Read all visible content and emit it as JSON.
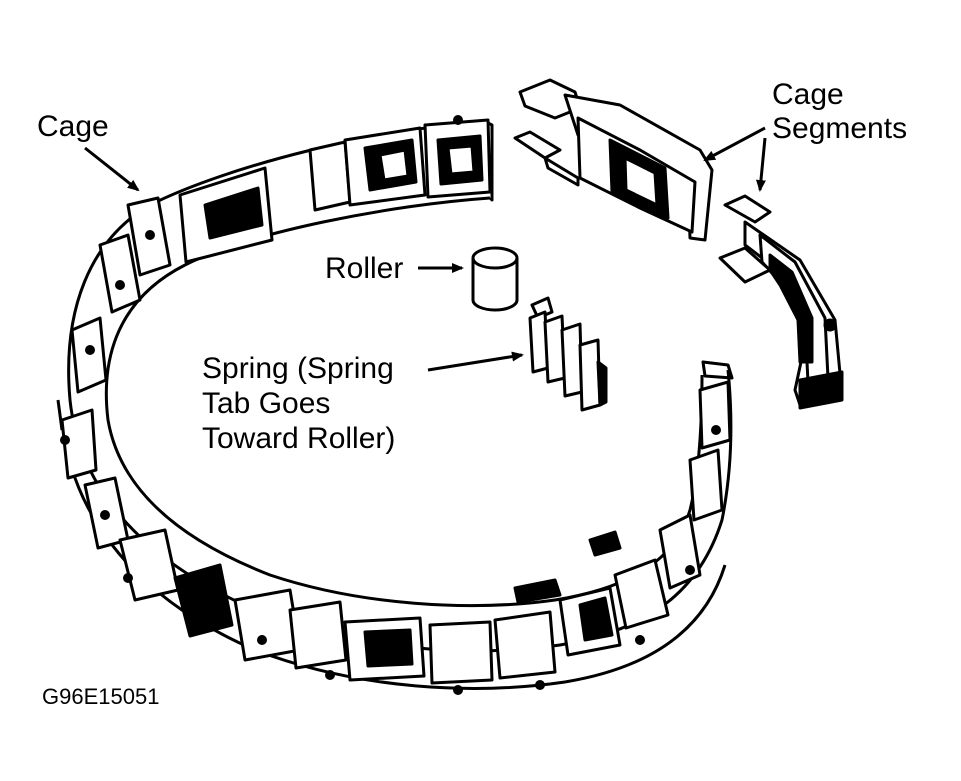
{
  "labels": {
    "cage": "Cage",
    "cage_segments_line1": "Cage",
    "cage_segments_line2": "Segments",
    "roller": "Roller",
    "spring_line1": "Spring (Spring",
    "spring_line2": "Tab Goes",
    "spring_line3": "Toward Roller)"
  },
  "figure_code": "G96E15051",
  "colors": {
    "ink": "#000000",
    "paper": "#ffffff"
  }
}
